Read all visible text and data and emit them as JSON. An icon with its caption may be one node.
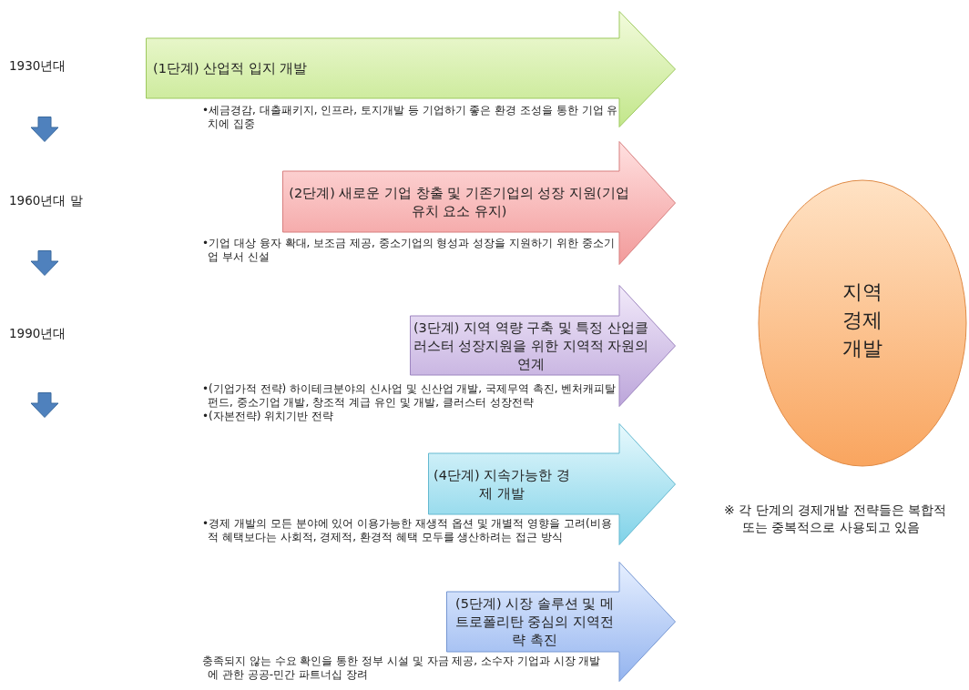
{
  "diagram": {
    "nodes": [
      {
        "text": [
          "(1단계) 산업적 입지 개발"
        ],
        "beside": [
          "•세금경감, 대출패키지, 인프라, 토지개발 등 기업하기 좋은 환경 조성을 통한 기업 유치에 집중"
        ]
      },
      {
        "text": [
          "(2단계) 새로운 기업 창출 및 기존기업의 성장 지원(기업 유치 요소 유지)"
        ],
        "beside": [
          "•기업 대상 융자 확대, 보조금 제공, 중소기업의 형성과 성장을 지원하기 위한 중소기업 부서 신설"
        ]
      },
      {
        "text": [
          "(3단계) 지역 역량 구축 및 특정 산업클러스터 성장지원을 위한 지역적 자원의 연계"
        ],
        "beside": [
          "•(기업가적 전략) 하이테크분야의 신사업 및 신산업 개발, 국제무역 촉진, 벤처캐피탈 펀드, 중소기업 개발, 창조적 계급 유인 및 개발, 클러스터 성장전략",
          "•(자본전략) 위치기반 전략"
        ]
      },
      {
        "text": [
          "(4단계) 지속가능한 경제 개발"
        ],
        "beside": [
          "•경제 개발의 모든 분야에 있어 이용가능한 재생적 옵션 및 개별적 영향을 고려(비용적 혜택보다는 사회적, 경제적, 환경적 혜택 모두를 생산하려는 접근 방식"
        ]
      },
      {
        "text": [
          "(5단계) 시장 솔루션 및 메트로폴리탄 중심의 지역전략 촉진"
        ],
        "beside": [
          "충족되지 않는 수요 확인을 통한 정부 시설 및 자금 제공, 소수자 기업과 시장 개발에 관한 공공-민간 파트너십 장려"
        ]
      },
      {
        "text": [
          "지역 경제 개발"
        ]
      }
    ],
    "labels": [
      "1930년대",
      "1960년대 말",
      "1990년대",
      "※ 각 단계의 경제개발 전략들은 복합적 또는 중복적으로 사용되고 있음"
    ]
  }
}
